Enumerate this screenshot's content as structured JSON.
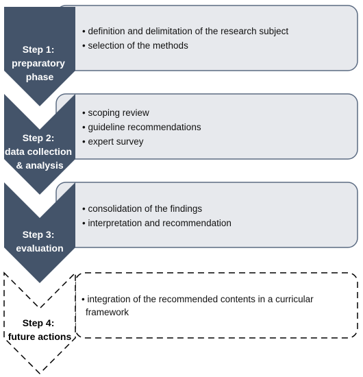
{
  "colors": {
    "chevron_fill": "#44546a",
    "box_fill": "#e7e9ed",
    "box_stroke": "#5b6b82",
    "step_text_solid": "#ffffff",
    "step_text_dashed": "#000000"
  },
  "steps": [
    {
      "label_lines": [
        "Step 1:",
        "preparatory",
        "phase"
      ],
      "bullets": [
        "• definition and delimitation of the research subject",
        "• selection of the methods"
      ],
      "style": "solid"
    },
    {
      "label_lines": [
        "Step 2:",
        "data collection",
        "& analysis"
      ],
      "bullets": [
        "• scoping review",
        "• guideline recommendations",
        "• expert survey"
      ],
      "style": "solid"
    },
    {
      "label_lines": [
        "Step 3:",
        "evaluation"
      ],
      "bullets": [
        "• consolidation of the findings",
        "• interpretation and recommendation"
      ],
      "style": "solid"
    },
    {
      "label_lines": [
        "Step 4:",
        "future actions"
      ],
      "bullets": [
        "• integration of the recommended contents in a curricular",
        "framework"
      ],
      "style": "dashed"
    }
  ]
}
